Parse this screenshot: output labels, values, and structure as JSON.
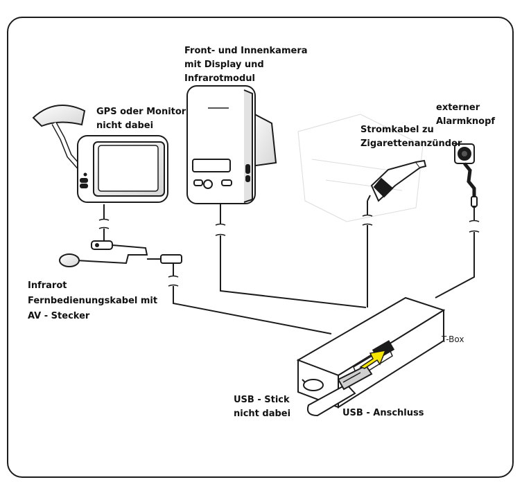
{
  "labels": {
    "gps": "GPS oder Monitor\nnicht dabei",
    "camera": "Front- und Innenkamera\nmit Display und\nInfrarotmodul",
    "alarm": "externer\nAlarmknopf",
    "power": "Stromkabel zu\nZigarettenanzünder",
    "infrared": "Infrarot\nFernbedienungskabel mit\nAV - Stecker",
    "tbox": "T-Box",
    "usb_stick": "USB - Stick\nnicht dabei",
    "usb_port": "USB - Anschluss"
  },
  "colors": {
    "line": "#1b1b1b",
    "device_fill": "#ffffff",
    "device_shade": "#e6e6e6",
    "arrow": "#f5e600"
  },
  "icons": [
    "suction-mount-icon",
    "monitor-icon",
    "camera-icon",
    "car-plug-icon",
    "alarm-button-icon",
    "ir-receiver-icon",
    "usb-stick-icon",
    "arrow-icon"
  ]
}
